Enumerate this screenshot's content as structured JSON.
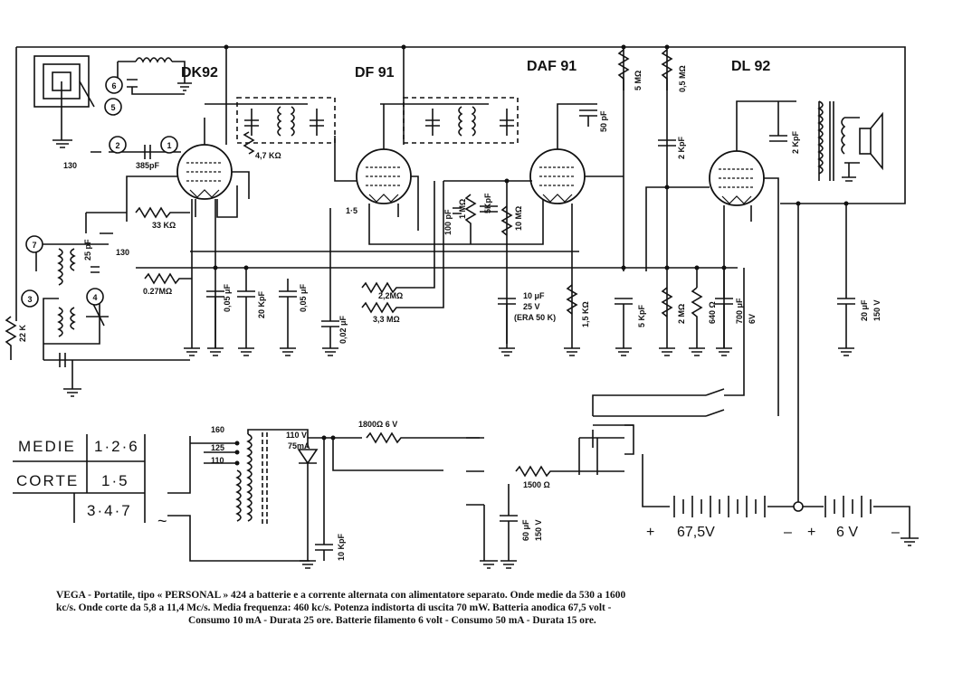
{
  "tubes": [
    {
      "id": "dk92",
      "label": "DK92"
    },
    {
      "id": "df91",
      "label": "DF 91"
    },
    {
      "id": "daf91",
      "label": "DAF 91"
    },
    {
      "id": "dl92",
      "label": "DL 92"
    }
  ],
  "ref_markers": [
    "1",
    "2",
    "3",
    "4",
    "5",
    "6",
    "7"
  ],
  "components": {
    "c_385": "385pF",
    "c_130": "130",
    "r_47k": "4,7 KΩ",
    "r_33k": "33 KΩ",
    "r_027m": "0.27MΩ",
    "r_22k": "22 K",
    "c_25": "25 pF",
    "c_130b": "130",
    "c_005": "0,05 μF",
    "c_20k": "20 KpF",
    "c_005b": "0,05 μF",
    "r_22m": "2,2MΩ",
    "r_33m": "3,3 MΩ",
    "c_002": "0,02 μF",
    "c_100": "100 pF",
    "r_1m": "1 MΩ",
    "c_5k": "5KpF",
    "r_10m": "10 MΩ",
    "c_10uf": "10 μF",
    "c_10uf_v": "25 V",
    "c_10uf_note": "(ERA 50 K)",
    "r_15k": "1,5 KΩ",
    "c_50": "50 pF",
    "r_5m": "5 MΩ",
    "r_05m": "0,5 MΩ",
    "c_2k": "2 KpF",
    "c_5kpf": "5 KpF",
    "r_2m": "2 MΩ",
    "r_640": "640 Ω",
    "c_700": "700 μF",
    "c_700_v": "6V",
    "c_2kb": "2 KpF",
    "c_20": "20 μF",
    "c_20_v": "150 V",
    "tap_160": "160",
    "tap_125": "125",
    "tap_110": "110",
    "rect": "110 V",
    "rect_ma": "75mA",
    "r_1800": "1800Ω 6 V",
    "r_1500": "1500 Ω",
    "c_60": "60 μF",
    "c_60_v": "150 V",
    "c_10pf": "10 KpF",
    "grid_15": "1·5",
    "batt_anode": "67,5V",
    "batt_fil": "6 V",
    "plus1": "+",
    "minus1": "–",
    "plus2": "+",
    "minus2": "–",
    "ac": "~"
  },
  "band_table": {
    "medie_label": "MEDIE",
    "medie_val": "1·2·6",
    "corte_label": "CORTE",
    "corte_val": "1·5",
    "other_val": "3·4·7"
  },
  "caption": {
    "line1": "VEGA - Portatile, tipo « PERSONAL » 424 a batterie e a corrente alternata con alimentatore separato. Onde medie da 530 a 1600",
    "line2": "kc/s. Onde corte da 5,8 a 11,4 Mc/s. Media frequenza: 460 kc/s. Potenza indistorta di uscita 70 mW. Batteria anodica 67,5 volt -",
    "line3": "Consumo 10 mA - Durata 25 ore. Batterie filamento 6 volt - Consumo 50 mA - Durata 15 ore."
  }
}
